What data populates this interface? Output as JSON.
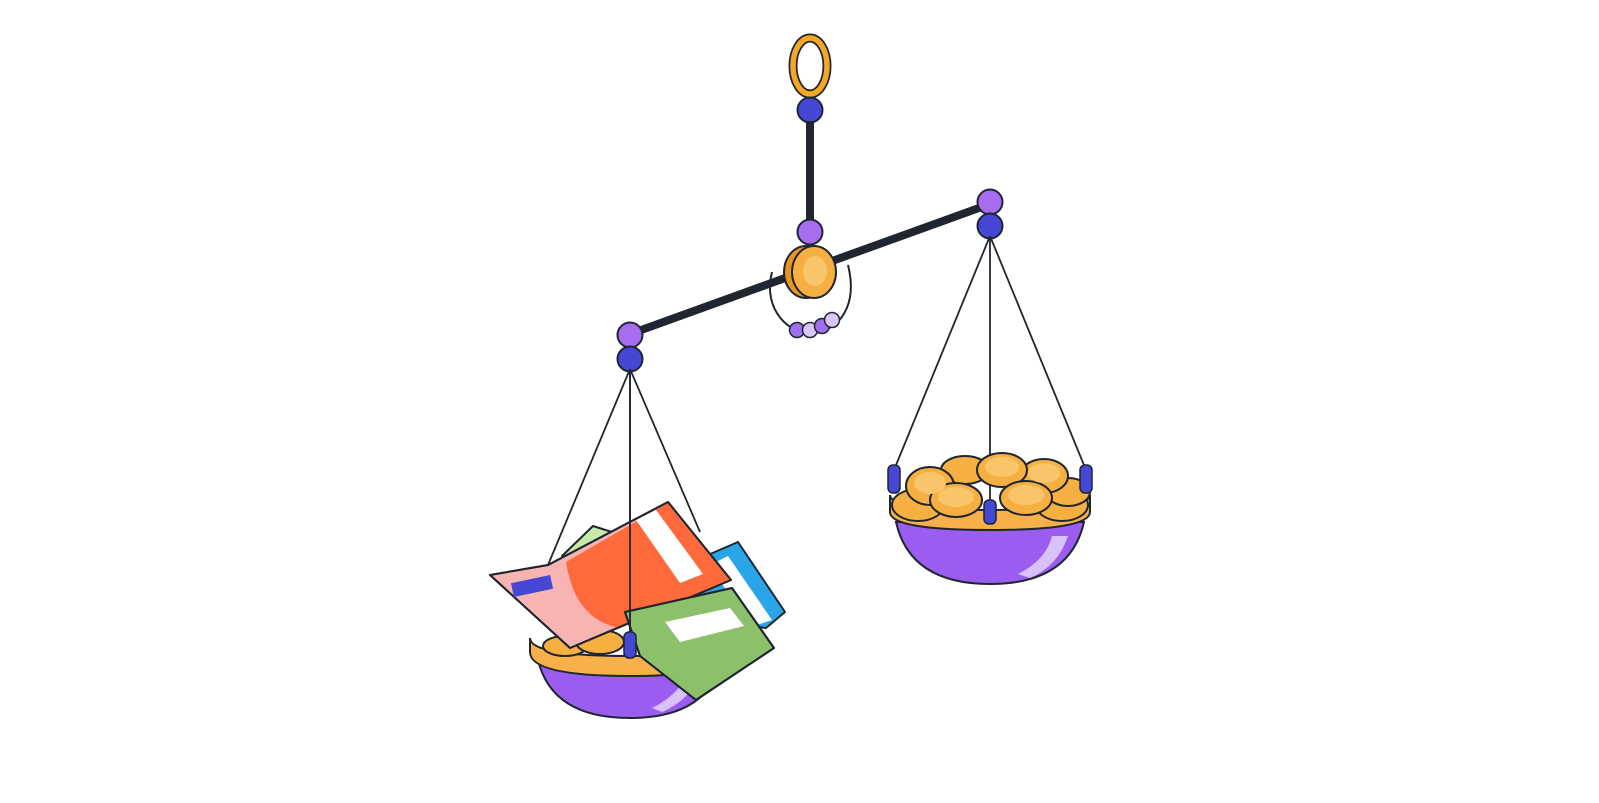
{
  "scene": {
    "subject": "balance-scale",
    "left_pan_contents": [
      "banknotes",
      "coins"
    ],
    "right_pan_contents": [
      "coins"
    ],
    "tilt": "left-down"
  },
  "colors": {
    "background": "#ffffff",
    "outline": "#1f2630",
    "ring_orange": "#f5a623",
    "beam_dark": "#1f2630",
    "joint_purple": "#a86cf0",
    "joint_blue": "#4747d6",
    "pan_purple": "#9b5cf0",
    "pan_highlight": "#d9c2fb",
    "pan_rim": "#f7b04a",
    "coin_gold": "#f5b041",
    "coin_face": "#f9c56b",
    "bead_purple": "#9f6ff0",
    "bead_light": "#d9c6fb",
    "note_pink": "#f8b3b3",
    "note_orange": "#ff6a3d",
    "note_green": "#8cc06b",
    "note_light_green": "#c8eaa8",
    "note_blue": "#2aa6e8",
    "note_badge": "#4747d6"
  }
}
